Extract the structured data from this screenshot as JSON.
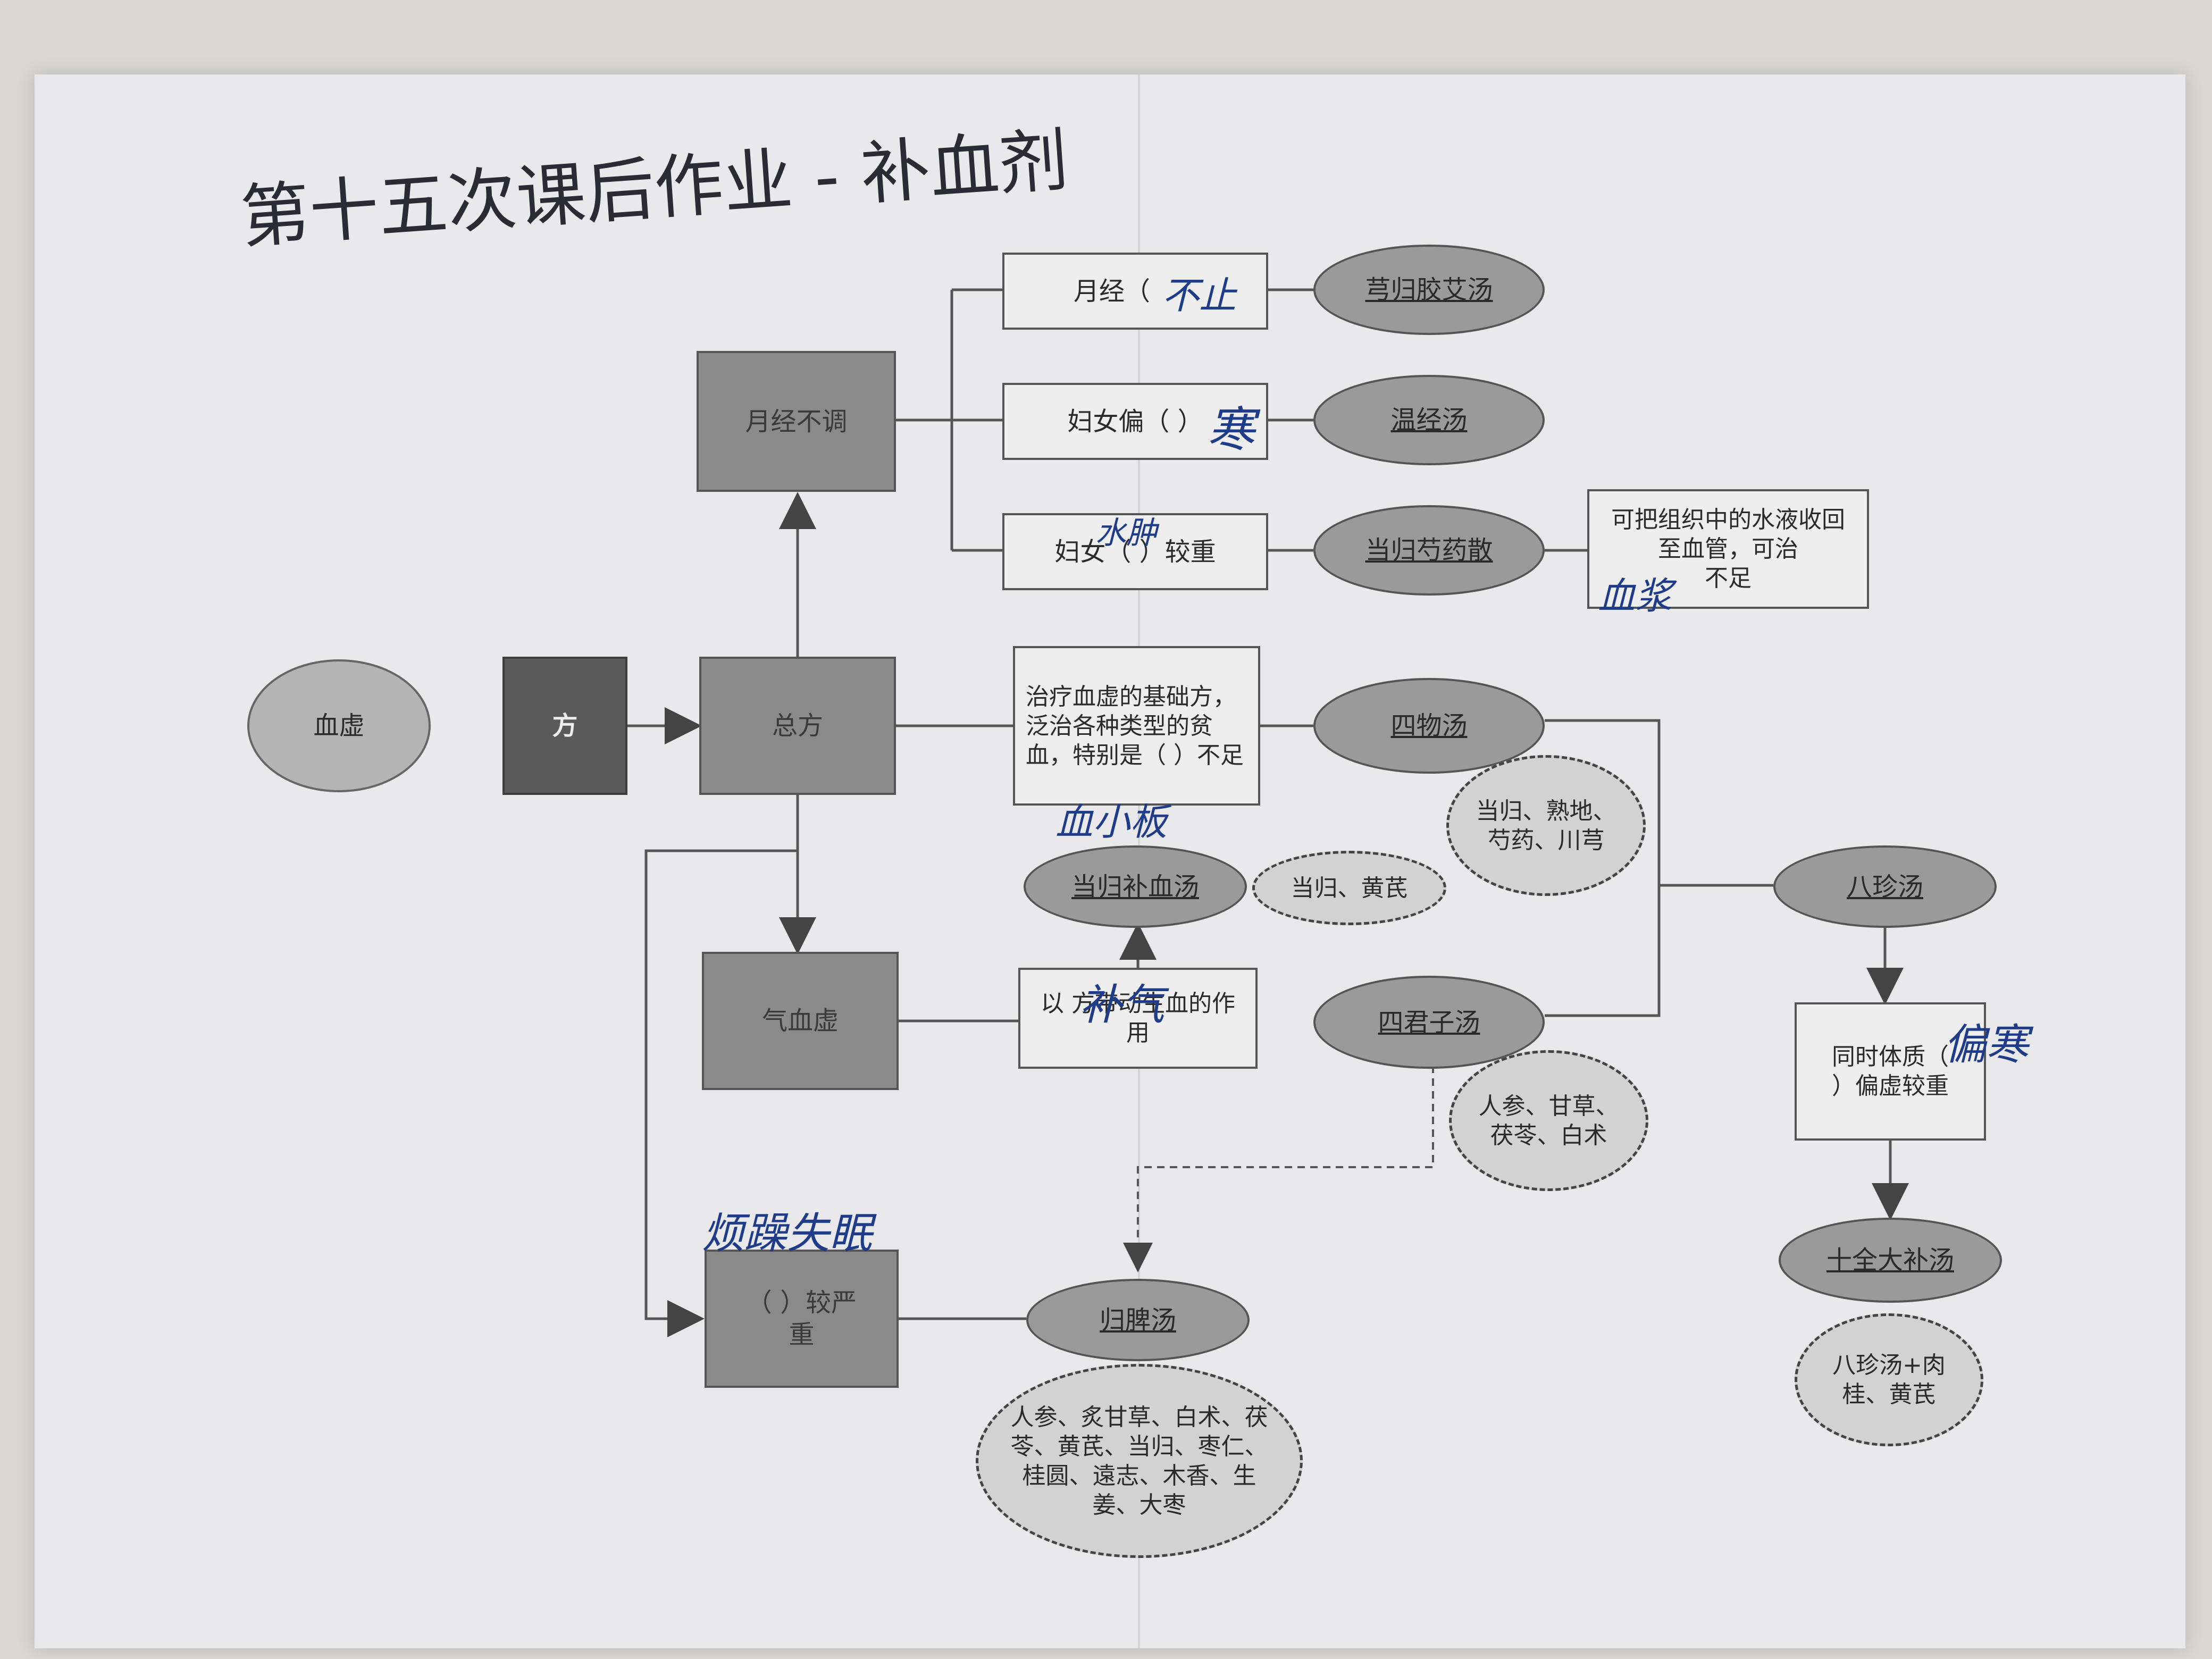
{
  "handwritten_title": "第十五次课后作业 - 补血剂",
  "nodes": {
    "xuexu": "血虚",
    "fang": "方",
    "zongfang": "总方",
    "yuejing_butiao": "月经不调",
    "qixuexu": "气血虚",
    "jiaochanzhong": "（ ）较严\n重",
    "yuejing": "月经（",
    "funv_pian": "妇女偏（ ）",
    "funv_jiaozhong": "妇女（ ）较重",
    "xiongguijiaoai": "芎归胶艾汤",
    "wenjing": "温经汤",
    "dangguishaoyao": "当归芍药散",
    "shaoyao_note": "可把组织中的水液收回至血管，可治\n不足",
    "siwu_desc": "治疗血虚的基础方，泛治各种类型的贫血，特别是（ ）不足",
    "siwu": "四物汤",
    "siwu_herbs": "当归、熟地、芍药、川芎",
    "dangguibuxue": "当归补血汤",
    "dangguibuxue_herbs": "当归、黄芪",
    "qixuexu_desc": "以   方带动生血的作用",
    "sijunzi": "四君子汤",
    "sijunzi_herbs": "人参、甘草、茯苓、白术",
    "guipi": "归脾汤",
    "guipi_herbs": "人参、炙甘草、白术、茯苓、黄芪、当归、枣仁、桂圆、遠志、木香、生姜、大枣",
    "bazhen": "八珍汤",
    "bazhen_desc": "同时体质（\n）偏虚较重",
    "shiquan": "十全大补汤",
    "shiquan_herbs": "八珍汤+肉桂、黄芪"
  },
  "handwritten_answers": {
    "buzhi": "不止",
    "han": "寒",
    "shuizhong": "水肿",
    "xueye": "血浆",
    "xuexiaoban": "血小板",
    "buqi": "补气",
    "fanzaoshimian": "烦躁失眠",
    "pianhan": "偏寒"
  }
}
